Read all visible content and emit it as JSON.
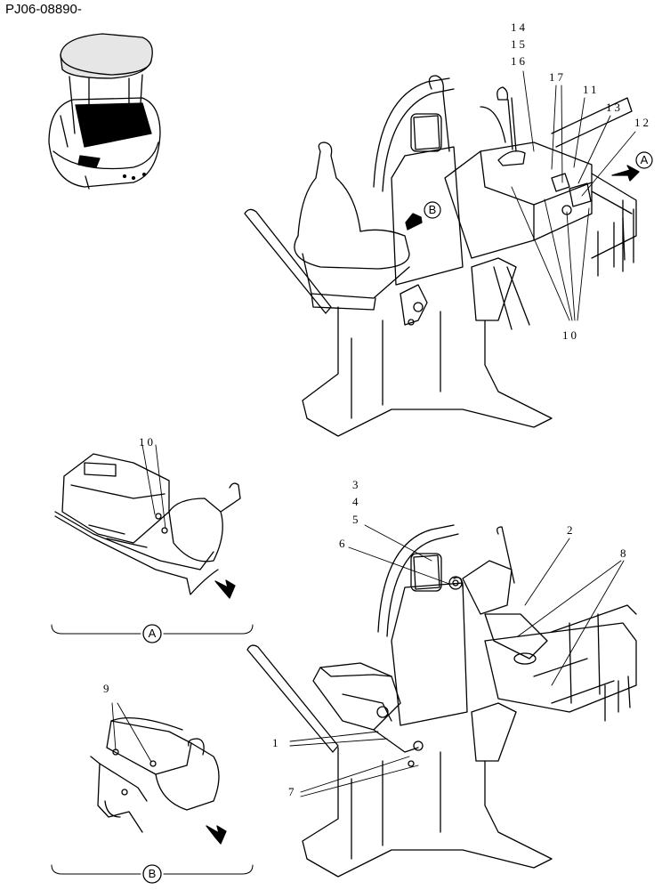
{
  "page_id": "PJ06-08890-",
  "views": {
    "A": "A",
    "B": "B"
  },
  "callouts": {
    "c14": "14",
    "c15": "15",
    "c16": "16",
    "c17": "17",
    "c11": "11",
    "c13": "13",
    "c12": "12",
    "c10_top": "10",
    "c10_detail": "10",
    "c9": "9",
    "c3": "3",
    "c4": "4",
    "c5": "5",
    "c6": "6",
    "c2": "2",
    "c8": "8",
    "c1": "1",
    "c7": "7"
  }
}
